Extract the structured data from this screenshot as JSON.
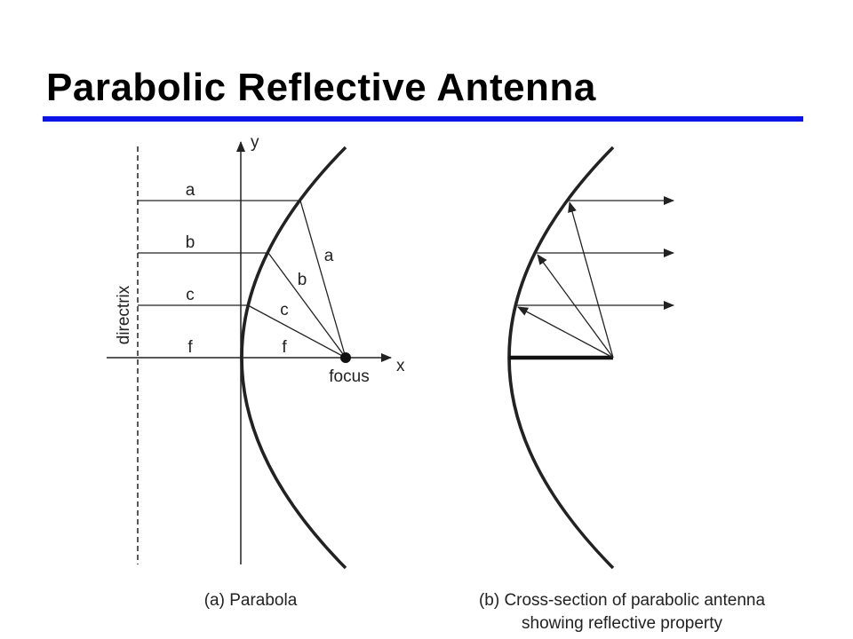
{
  "title": "Parabolic Reflective Antenna",
  "colors": {
    "title_rule": "#0a14e6",
    "ink": "#222222"
  },
  "diagram_a": {
    "axis_y_label": "y",
    "axis_x_label": "x",
    "directrix_label": "directrix",
    "focus_label": "focus",
    "left_labels": [
      "a",
      "b",
      "c",
      "f"
    ],
    "right_labels": [
      "a",
      "b",
      "c",
      "f"
    ],
    "caption": "(a) Parabola"
  },
  "diagram_b": {
    "caption_line1": "(b) Cross-section of parabolic antenna",
    "caption_line2": "showing reflective property"
  }
}
